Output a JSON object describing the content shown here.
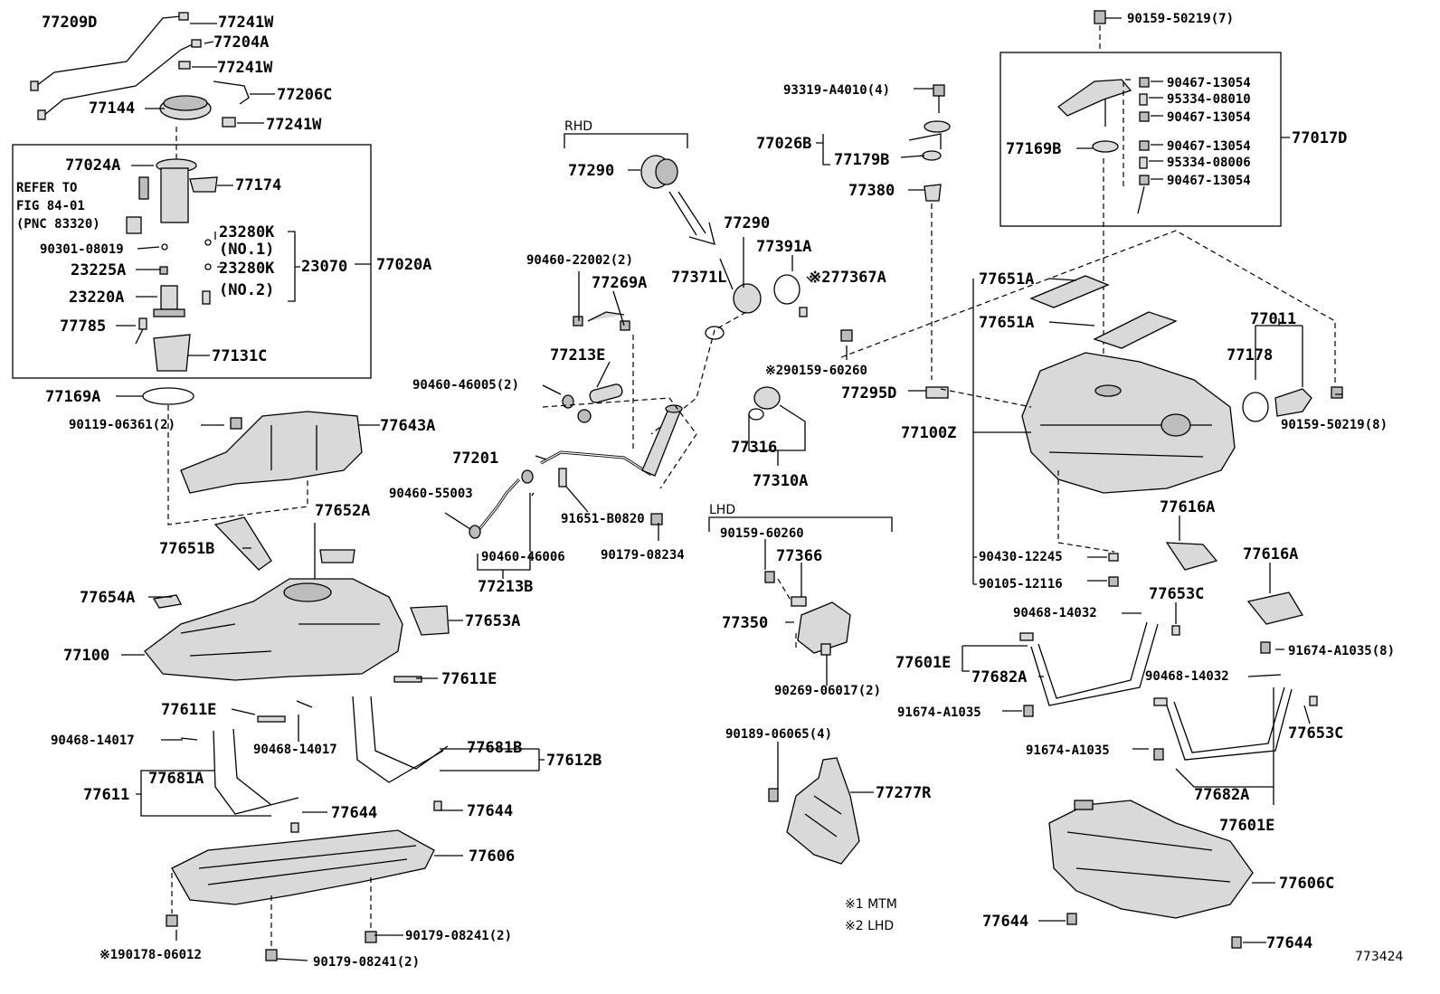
{
  "labels": {
    "l_77209D": "77209D",
    "l_77241W_a": "77241W",
    "l_77204A": "77204A",
    "l_77241W_b": "77241W",
    "l_77206C": "77206C",
    "l_77144": "77144",
    "l_77241W_c": "77241W",
    "l_77024A": "77024A",
    "l_77174": "77174",
    "l_refer1": "REFER TO",
    "l_refer2": "FIG 84-01",
    "l_refer3": "(PNC 83320)",
    "l_90301": "90301-08019",
    "l_23280K_1": "23280K",
    "l_no1": "(NO.1)",
    "l_23225A": "23225A",
    "l_23280K_2": "23280K",
    "l_23070": "23070",
    "l_77020A": "77020A",
    "l_23220A": "23220A",
    "l_no2": "(NO.2)",
    "l_77785": "77785",
    "l_77131C": "77131C",
    "l_77169A": "77169A",
    "l_90119": "90119-06361(2)",
    "l_77643A": "77643A",
    "l_77652A": "77652A",
    "l_77651B": "77651B",
    "l_77654A": "77654A",
    "l_77653A": "77653A",
    "l_77100": "77100",
    "l_77611E_a": "77611E",
    "l_77611E_b": "77611E",
    "l_90468_14017_a": "90468-14017",
    "l_90468_14017_b": "90468-14017",
    "l_77681B": "77681B",
    "l_77612B": "77612B",
    "l_77681A": "77681A",
    "l_77611": "77611",
    "l_77644_a": "77644",
    "l_77644_b": "77644",
    "l_77606": "77606",
    "l_90178": "※190178-06012",
    "l_90179_a": "90179-08241(2)",
    "l_90179_b": "90179-08241(2)",
    "l_rhd": "RHD",
    "l_77290_a": "77290",
    "l_77290_b": "77290",
    "l_77391A": "77391A",
    "l_90460_22002": "90460-22002(2)",
    "l_77269A": "77269A",
    "l_77371L": "77371L",
    "l_77367A": "※277367A",
    "l_77213E": "77213E",
    "l_90460_46005": "90460-46005(2)",
    "l_90159_60260_x": "※290159-60260",
    "l_77201": "77201",
    "l_77316": "77316",
    "l_77310A": "77310A",
    "l_90460_55003": "90460-55003",
    "l_91651": "91651-B0820",
    "l_90460_46006": "90460-46006",
    "l_90179_08234": "90179-08234",
    "l_77213B": "77213B",
    "l_lhd": "LHD",
    "l_90159_60260": "90159-60260",
    "l_77366": "77366",
    "l_77350": "77350",
    "l_90269": "90269-06017(2)",
    "l_90189": "90189-06065(4)",
    "l_77277R": "77277R",
    "l_note1": "※1 MTM",
    "l_note2": "※2 LHD",
    "l_93319": "93319-A4010(4)",
    "l_77026B": "77026B",
    "l_77179B": "77179B",
    "l_77380": "77380",
    "l_77295D": "77295D",
    "l_90159_50219_7": "90159-50219(7)",
    "l_90467_1": "90467-13054",
    "l_95334_08010": "95334-08010",
    "l_90467_2": "90467-13054",
    "l_77169B": "77169B",
    "l_90467_3": "90467-13054",
    "l_77017D": "77017D",
    "l_95334_08006": "95334-08006",
    "l_90467_4": "90467-13054",
    "l_77651A_a": "77651A",
    "l_77651A_b": "77651A",
    "l_77011": "77011",
    "l_77178": "77178",
    "l_90159_50219_8": "90159-50219(8)",
    "l_77100Z": "77100Z",
    "l_77616A_a": "77616A",
    "l_77616A_b": "77616A",
    "l_90430": "90430-12245",
    "l_90105": "90105-12116",
    "l_90468_14032_a": "90468-14032",
    "l_77653C_a": "77653C",
    "l_91674_8": "91674-A1035(8)",
    "l_77601E_a": "77601E",
    "l_77682A_a": "77682A",
    "l_90468_14032_b": "90468-14032",
    "l_91674_a": "91674-A1035",
    "l_77653C_b": "77653C",
    "l_91674_b": "91674-A1035",
    "l_77682A_b": "77682A",
    "l_77601E_b": "77601E",
    "l_77606C": "77606C",
    "l_77644_c": "77644",
    "l_77644_d": "77644",
    "l_figno": "773424"
  }
}
